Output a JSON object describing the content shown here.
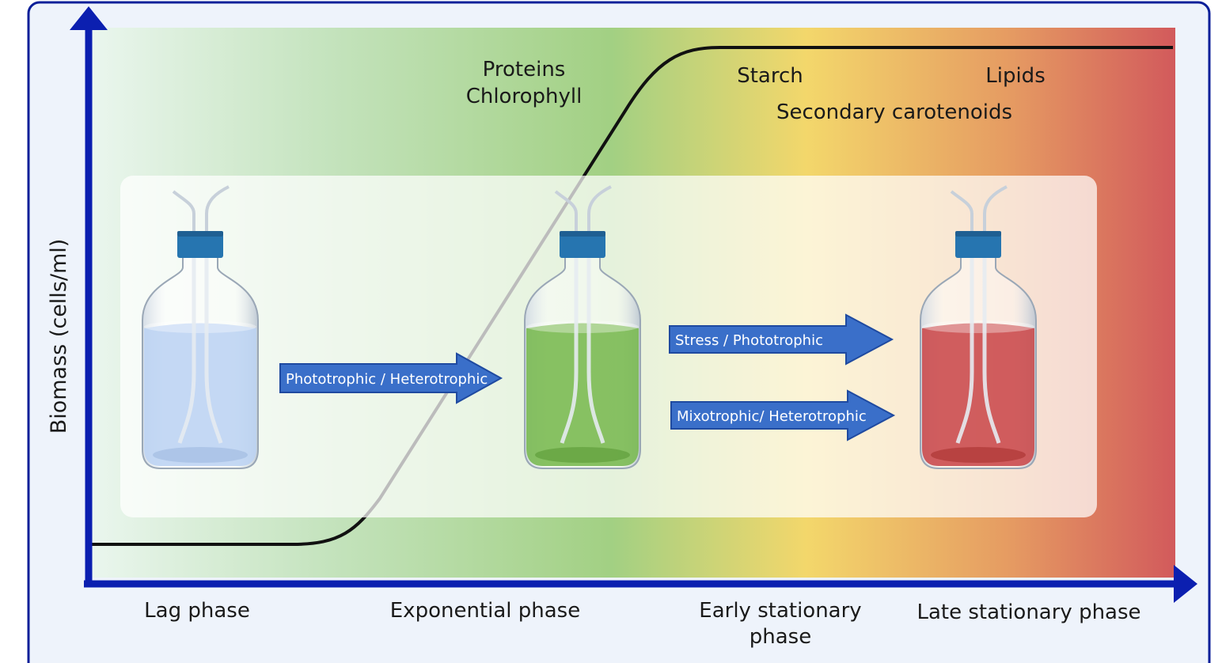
{
  "axes": {
    "y_label": "Biomass (cells/ml)"
  },
  "phases": [
    {
      "id": "lag",
      "label_lines": [
        "Lag phase"
      ]
    },
    {
      "id": "exponential",
      "label_lines": [
        "Exponential phase"
      ]
    },
    {
      "id": "early-stationary",
      "label_lines": [
        "Early stationary",
        "phase"
      ]
    },
    {
      "id": "late-stationary",
      "label_lines": [
        "Late stationary phase"
      ]
    }
  ],
  "products": {
    "proteins": "Proteins",
    "chlorophyll": "Chlorophyll",
    "starch": "Starch",
    "lipids": "Lipids",
    "secondary_carotenoids": "Secondary carotenoids"
  },
  "arrows": {
    "phototrophic_heterotrophic": "Phototrophic / Heterotrophic",
    "stress_phototrophic": "Stress / Phototrophic",
    "mixotrophic_heterotrophic": "Mixotrophic/ Heterotrophic"
  },
  "bottles": [
    {
      "id": "lag",
      "liquid_color": "#bcd3f2",
      "liquid_dark": "#9fb9e0"
    },
    {
      "id": "exponential",
      "liquid_color": "#77b84e",
      "liquid_dark": "#5a9a35"
    },
    {
      "id": "stationary",
      "liquid_color": "#c9484a",
      "liquid_dark": "#a8302f"
    }
  ],
  "colors": {
    "frame_border": "#0b1f99",
    "axis": "#0b1fb0",
    "arrow_fill": "#3a6fc9",
    "arrow_stroke": "#1f4aa0",
    "cap": "#2675b0",
    "gradient": [
      "#e8f5ec",
      "#a6d28a",
      "#f5d86a",
      "#e9a060",
      "#d45a5a"
    ]
  }
}
